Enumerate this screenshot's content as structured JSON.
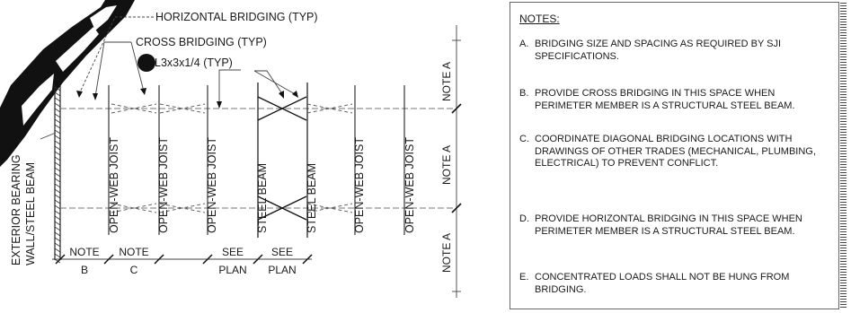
{
  "callouts": {
    "horizontal_bridging": "HORIZONTAL BRIDGING (TYP)",
    "cross_bridging": "CROSS BRIDGING (TYP)",
    "angle": "L3x3x1/4 (TYP)"
  },
  "left_label": [
    "EXTERIOR BEARING",
    "WALL/STEEL BEAM"
  ],
  "members": [
    "OPEN-WEB JOIST",
    "OPEN-WEB JOIST",
    "OPEN-WEB JOIST",
    "STEEL BEAM",
    "STEEL BEAM",
    "OPEN-WEB JOIST",
    "OPEN-WEB JOIST"
  ],
  "right_labels": [
    "NOTE A",
    "NOTE A",
    "NOTE A"
  ],
  "bottom_labels": [
    {
      "line1": "NOTE",
      "line2": "B"
    },
    {
      "line1": "NOTE",
      "line2": "C"
    },
    {
      "line1": "SEE",
      "line2": "PLAN"
    },
    {
      "line1": "SEE",
      "line2": "PLAN"
    }
  ],
  "notes": {
    "title": "NOTES:",
    "items": [
      {
        "letter": "A.",
        "text": "BRIDGING SIZE AND SPACING AS REQUIRED BY SJI SPECIFICATIONS."
      },
      {
        "letter": "B.",
        "text": "PROVIDE CROSS BRIDGING IN THIS SPACE WHEN PERIMETER MEMBER IS A STRUCTURAL STEEL BEAM."
      },
      {
        "letter": "C.",
        "text": "COORDINATE DIAGONAL BRIDGING LOCATIONS WITH DRAWINGS OF OTHER TRADES (MECHANICAL, PLUMBING, ELECTRICAL) TO PREVENT CONFLICT."
      },
      {
        "letter": "D.",
        "text": "PROVIDE HORIZONTAL BRIDGING IN THIS SPACE WHEN PERIMETER MEMBER IS A STRUCTURAL STEEL BEAM."
      },
      {
        "letter": "E.",
        "text": "CONCENTRATED LOADS SHALL NOT BE HUNG FROM BRIDGING."
      }
    ]
  }
}
